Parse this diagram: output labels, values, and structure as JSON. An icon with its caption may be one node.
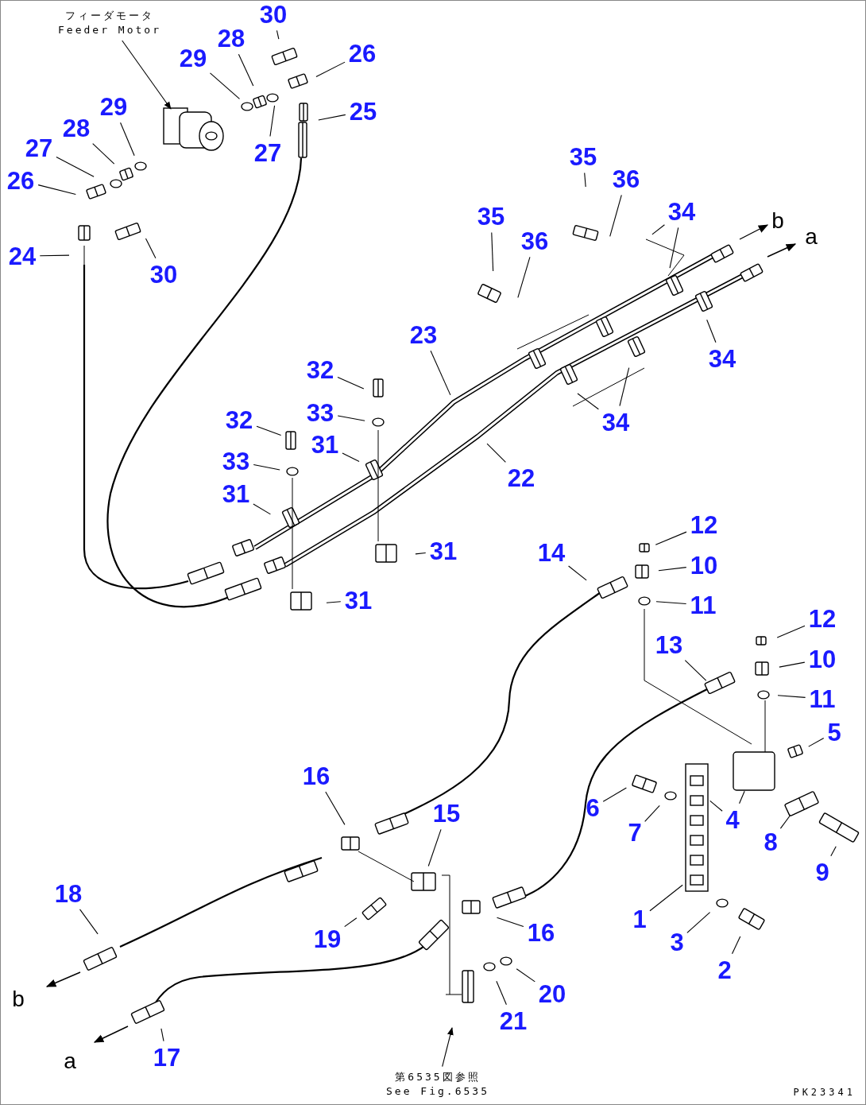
{
  "diagram": {
    "nodes": [
      {
        "text": [
          "フィーダモータ",
          "Feeder Motor"
        ]
      },
      {
        "text": [
          "30"
        ]
      },
      {
        "text": [
          "28"
        ]
      },
      {
        "text": [
          "29"
        ]
      },
      {
        "text": [
          "26"
        ]
      },
      {
        "text": [
          "25"
        ]
      },
      {
        "text": [
          "27"
        ]
      },
      {
        "text": [
          "29"
        ]
      },
      {
        "text": [
          "28"
        ]
      },
      {
        "text": [
          "27"
        ]
      },
      {
        "text": [
          "26"
        ]
      },
      {
        "text": [
          "24"
        ]
      },
      {
        "text": [
          "30"
        ]
      },
      {
        "text": [
          "35"
        ]
      },
      {
        "text": [
          "36"
        ]
      },
      {
        "text": [
          "34"
        ]
      },
      {
        "text": [
          "35"
        ]
      },
      {
        "text": [
          "36"
        ]
      },
      {
        "text": [
          "23"
        ]
      },
      {
        "text": [
          "34"
        ]
      },
      {
        "text": [
          "32"
        ]
      },
      {
        "text": [
          "33"
        ]
      },
      {
        "text": [
          "31"
        ]
      },
      {
        "text": [
          "32"
        ]
      },
      {
        "text": [
          "34"
        ]
      },
      {
        "text": [
          "33"
        ]
      },
      {
        "text": [
          "22"
        ]
      },
      {
        "text": [
          "31"
        ]
      },
      {
        "text": [
          "12"
        ]
      },
      {
        "text": [
          "14"
        ]
      },
      {
        "text": [
          "31"
        ]
      },
      {
        "text": [
          "10"
        ]
      },
      {
        "text": [
          "31"
        ]
      },
      {
        "text": [
          "11"
        ]
      },
      {
        "text": [
          "12"
        ]
      },
      {
        "text": [
          "13"
        ]
      },
      {
        "text": [
          "10"
        ]
      },
      {
        "text": [
          "11"
        ]
      },
      {
        "text": [
          "5"
        ]
      },
      {
        "text": [
          "16"
        ]
      },
      {
        "text": [
          "6"
        ]
      },
      {
        "text": [
          "15"
        ]
      },
      {
        "text": [
          "4"
        ]
      },
      {
        "text": [
          "7"
        ]
      },
      {
        "text": [
          "8"
        ]
      },
      {
        "text": [
          "9"
        ]
      },
      {
        "text": [
          "18"
        ]
      },
      {
        "text": [
          "1"
        ]
      },
      {
        "text": [
          "16"
        ]
      },
      {
        "text": [
          "19"
        ]
      },
      {
        "text": [
          "3"
        ]
      },
      {
        "text": [
          "2"
        ]
      },
      {
        "text": [
          "20"
        ]
      },
      {
        "text": [
          "21"
        ]
      },
      {
        "text": [
          "17"
        ]
      },
      {
        "text": [
          "第6535図参照",
          "See Fig.6535"
        ]
      }
    ],
    "edges": [
      {
        "from": 0,
        "to": null,
        "arrow": "to"
      },
      {
        "from": 1,
        "to": null,
        "arrow": "none"
      },
      {
        "from": 2,
        "to": null,
        "arrow": "none"
      },
      {
        "from": 3,
        "to": null,
        "arrow": "none"
      },
      {
        "from": 4,
        "to": null,
        "arrow": "none"
      },
      {
        "from": 5,
        "to": null,
        "arrow": "none"
      },
      {
        "from": 6,
        "to": null,
        "arrow": "none"
      },
      {
        "from": 7,
        "to": null,
        "arrow": "none"
      },
      {
        "from": 8,
        "to": null,
        "arrow": "none"
      },
      {
        "from": 9,
        "to": null,
        "arrow": "none"
      },
      {
        "from": 10,
        "to": null,
        "arrow": "none"
      },
      {
        "from": 11,
        "to": null,
        "arrow": "none"
      },
      {
        "from": 12,
        "to": null,
        "arrow": "none"
      },
      {
        "from": 13,
        "to": null,
        "arrow": "none"
      },
      {
        "from": 14,
        "to": null,
        "arrow": "none"
      },
      {
        "from": 15,
        "to": null,
        "arrow": "none"
      },
      {
        "from": 15,
        "to": null,
        "arrow": "none"
      },
      {
        "from": 16,
        "to": null,
        "arrow": "none"
      },
      {
        "from": 17,
        "to": null,
        "arrow": "none"
      },
      {
        "from": 18,
        "to": null,
        "arrow": "none"
      },
      {
        "from": 19,
        "to": null,
        "arrow": "none"
      },
      {
        "from": 20,
        "to": null,
        "arrow": "none"
      },
      {
        "from": 21,
        "to": null,
        "arrow": "none"
      },
      {
        "from": 22,
        "to": null,
        "arrow": "none"
      },
      {
        "from": 23,
        "to": null,
        "arrow": "none"
      },
      {
        "from": 24,
        "to": null,
        "arrow": "none"
      },
      {
        "from": 24,
        "to": null,
        "arrow": "none"
      },
      {
        "from": 25,
        "to": null,
        "arrow": "none"
      },
      {
        "from": 26,
        "to": null,
        "arrow": "none"
      },
      {
        "from": 27,
        "to": null,
        "arrow": "none"
      },
      {
        "from": 28,
        "to": null,
        "arrow": "none"
      },
      {
        "from": 29,
        "to": null,
        "arrow": "none"
      },
      {
        "from": 30,
        "to": null,
        "arrow": "none"
      },
      {
        "from": 31,
        "to": null,
        "arrow": "none"
      },
      {
        "from": 32,
        "to": null,
        "arrow": "none"
      },
      {
        "from": 33,
        "to": null,
        "arrow": "none"
      },
      {
        "from": 34,
        "to": null,
        "arrow": "none"
      },
      {
        "from": 35,
        "to": null,
        "arrow": "none"
      },
      {
        "from": 36,
        "to": null,
        "arrow": "none"
      },
      {
        "from": 37,
        "to": null,
        "arrow": "none"
      },
      {
        "from": 38,
        "to": null,
        "arrow": "none"
      },
      {
        "from": 39,
        "to": null,
        "arrow": "none"
      },
      {
        "from": 40,
        "to": null,
        "arrow": "none"
      },
      {
        "from": 41,
        "to": null,
        "arrow": "none"
      },
      {
        "from": 42,
        "to": null,
        "arrow": "none"
      },
      {
        "from": 42,
        "to": null,
        "arrow": "none"
      },
      {
        "from": 43,
        "to": null,
        "arrow": "none"
      },
      {
        "from": 44,
        "to": null,
        "arrow": "none"
      },
      {
        "from": 45,
        "to": null,
        "arrow": "none"
      },
      {
        "from": 46,
        "to": null,
        "arrow": "none"
      },
      {
        "from": 47,
        "to": null,
        "arrow": "none"
      },
      {
        "from": 48,
        "to": null,
        "arrow": "none"
      },
      {
        "from": 49,
        "to": null,
        "arrow": "none"
      },
      {
        "from": 50,
        "to": null,
        "arrow": "none"
      },
      {
        "from": 51,
        "to": null,
        "arrow": "none"
      },
      {
        "from": 52,
        "to": null,
        "arrow": "none"
      },
      {
        "from": 53,
        "to": null,
        "arrow": "none"
      },
      {
        "from": 54,
        "to": null,
        "arrow": "none"
      },
      {
        "from": 55,
        "to": null,
        "arrow": "to"
      }
    ],
    "labels": [
      "b",
      "a",
      "b",
      "a",
      "PK23341"
    ]
  }
}
